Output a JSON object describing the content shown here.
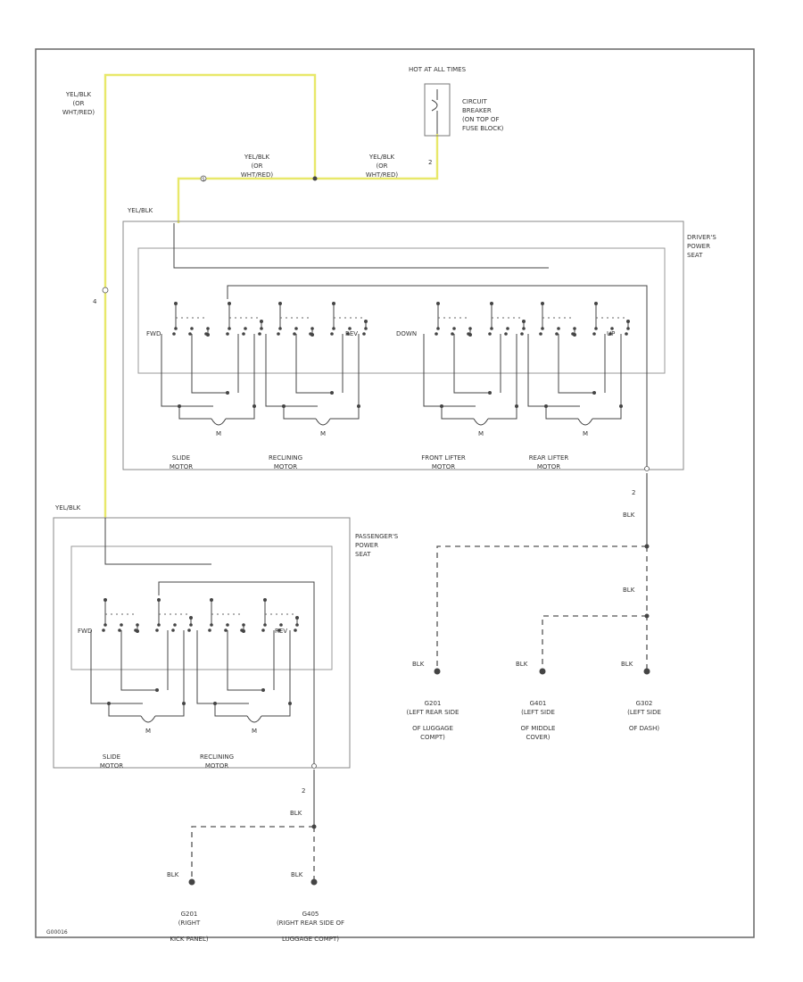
{
  "circuit_breaker": {
    "hot_label": "HOT AT ALL TIMES",
    "description": [
      "CIRCUIT",
      "BREAKER",
      "(ON TOP OF",
      "FUSE BLOCK)"
    ],
    "pin": "2"
  },
  "wires": {
    "left_vertical": [
      "YEL/BLK",
      "(OR",
      "WHT/RED)"
    ],
    "middle": [
      "YEL/BLK",
      "(OR",
      "WHT/RED)"
    ],
    "right": [
      "YEL/BLK",
      "(OR",
      "WHT/RED)"
    ],
    "splice_id": "S",
    "left_pin": "4",
    "driver_feed": "YEL/BLK",
    "passenger_feed": "YEL/BLK",
    "ground_color": "BLK",
    "driver_ground_pin": "2",
    "passenger_ground_pin": "2"
  },
  "driver_seat": {
    "label": [
      "DRIVER'S",
      "POWER",
      "SEAT"
    ],
    "switch_labels": [
      "FWD",
      "REV",
      "DOWN",
      "UP"
    ],
    "motors": [
      [
        "SLIDE",
        "MOTOR"
      ],
      [
        "RECLINING",
        "MOTOR"
      ],
      [
        "FRONT LIFTER",
        "MOTOR"
      ],
      [
        "REAR LIFTER",
        "MOTOR"
      ]
    ]
  },
  "passenger_seat": {
    "label": [
      "PASSENGER'S",
      "POWER",
      "SEAT"
    ],
    "switch_labels": [
      "FWD",
      "REV"
    ],
    "motors": [
      [
        "SLIDE",
        "MOTOR"
      ],
      [
        "RECLINING",
        "MOTOR"
      ]
    ]
  },
  "grounds": [
    {
      "wire": "BLK",
      "lines": [
        "G201",
        "(LEFT REAR SIDE",
        "OF LUGGAGE",
        "COMPT)"
      ]
    },
    {
      "wire": "BLK",
      "lines": [
        "G401",
        "(LEFT SIDE",
        "OF MIDDLE",
        "COVER)"
      ]
    },
    {
      "wire": "BLK",
      "lines": [
        "G302",
        "(LEFT SIDE",
        "OF DASH)"
      ]
    },
    {
      "wire": "BLK",
      "lines": [
        "G201",
        "(RIGHT",
        "KICK PANEL)"
      ]
    },
    {
      "wire": "BLK",
      "lines": [
        "G405",
        "(RIGHT REAR SIDE OF",
        "LUGGAGE COMPT)"
      ]
    }
  ],
  "footer": {
    "code": "G00016"
  },
  "motor_symbol": "M"
}
